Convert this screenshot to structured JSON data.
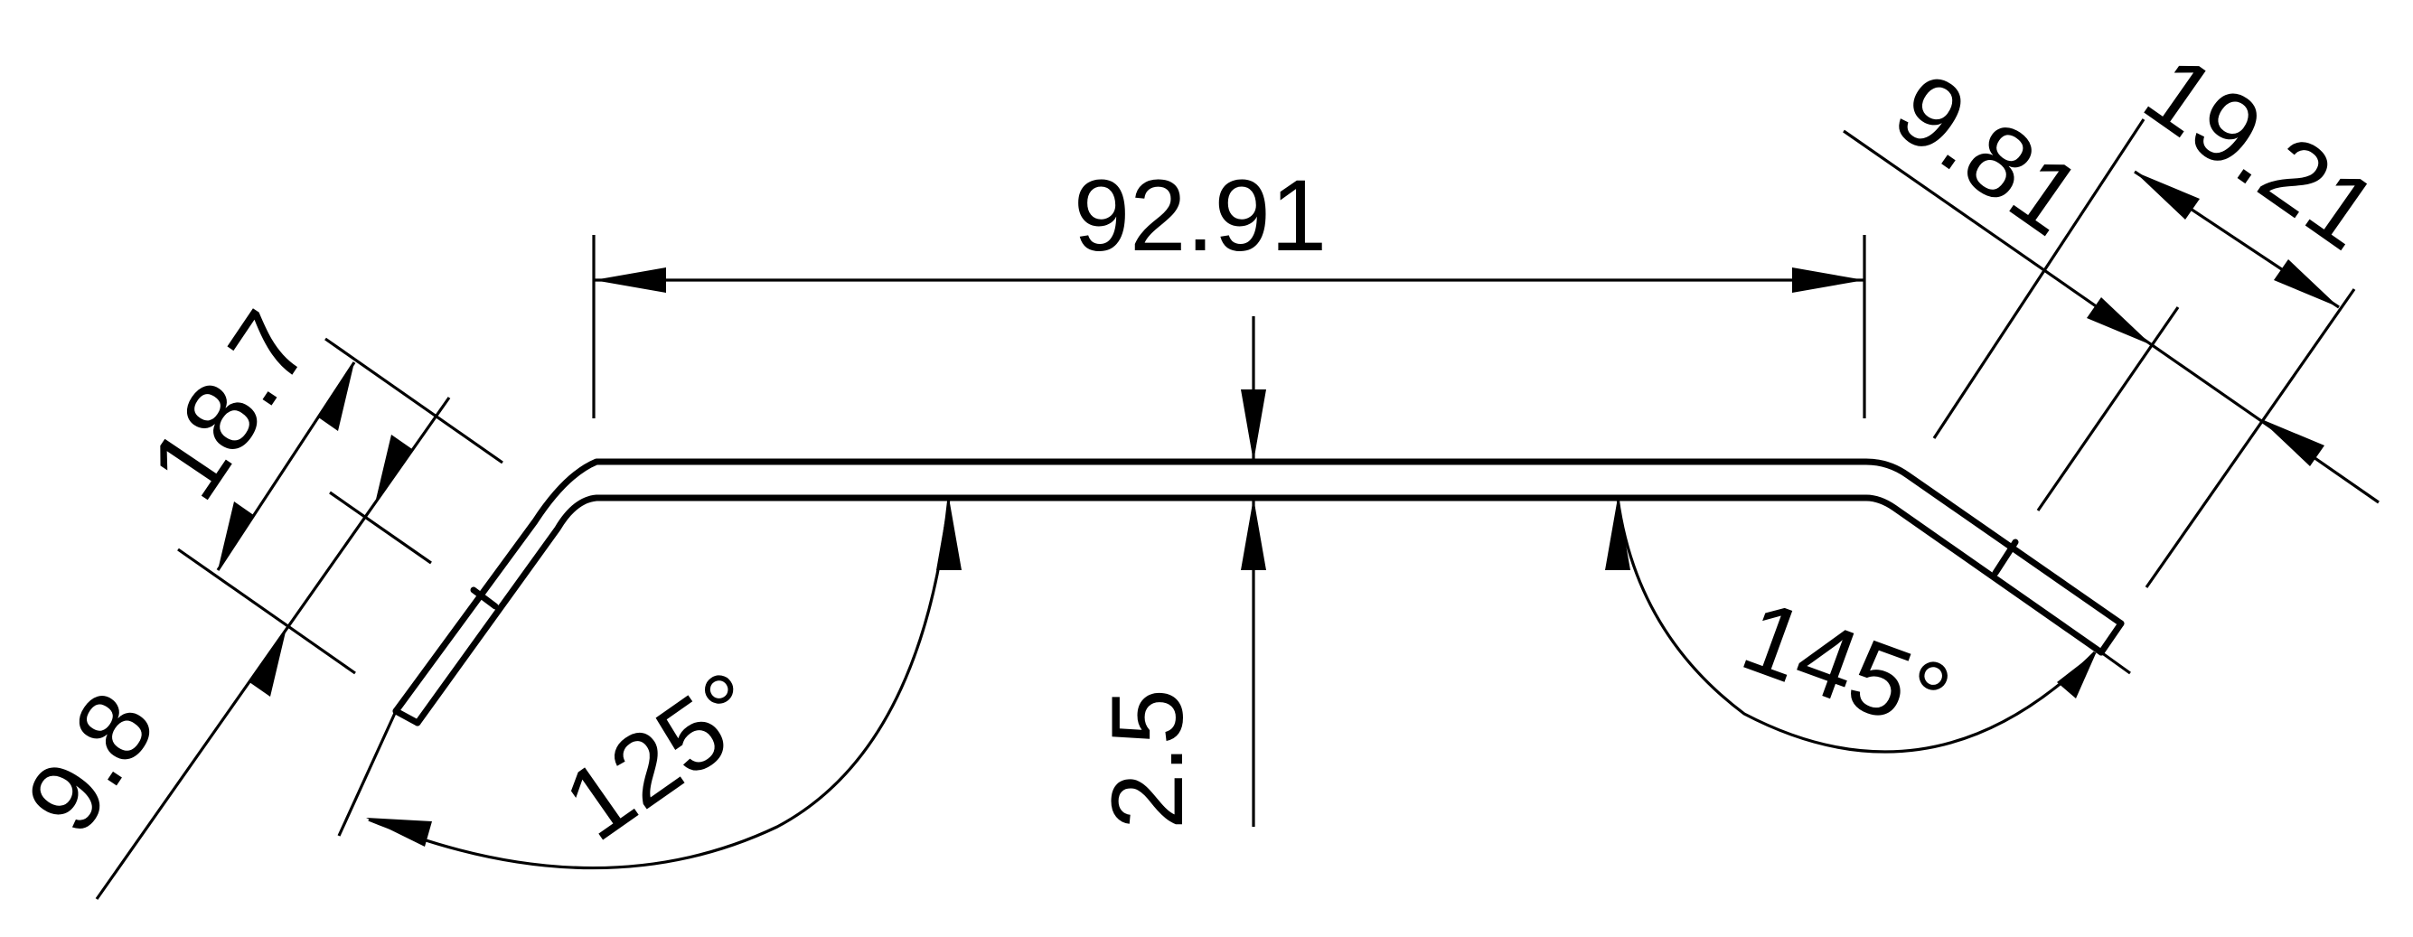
{
  "drawing": {
    "dimensions": {
      "overall_length": "92.91",
      "thickness": "2.5",
      "left_flange_length": "18.7",
      "left_flange_offset": "9.8",
      "right_flange_length": "19.21",
      "right_flange_offset": "9.81",
      "left_bend_angle": "125°",
      "right_bend_angle": "145°"
    },
    "colors": {
      "line": "#000000",
      "background": "#ffffff"
    }
  }
}
